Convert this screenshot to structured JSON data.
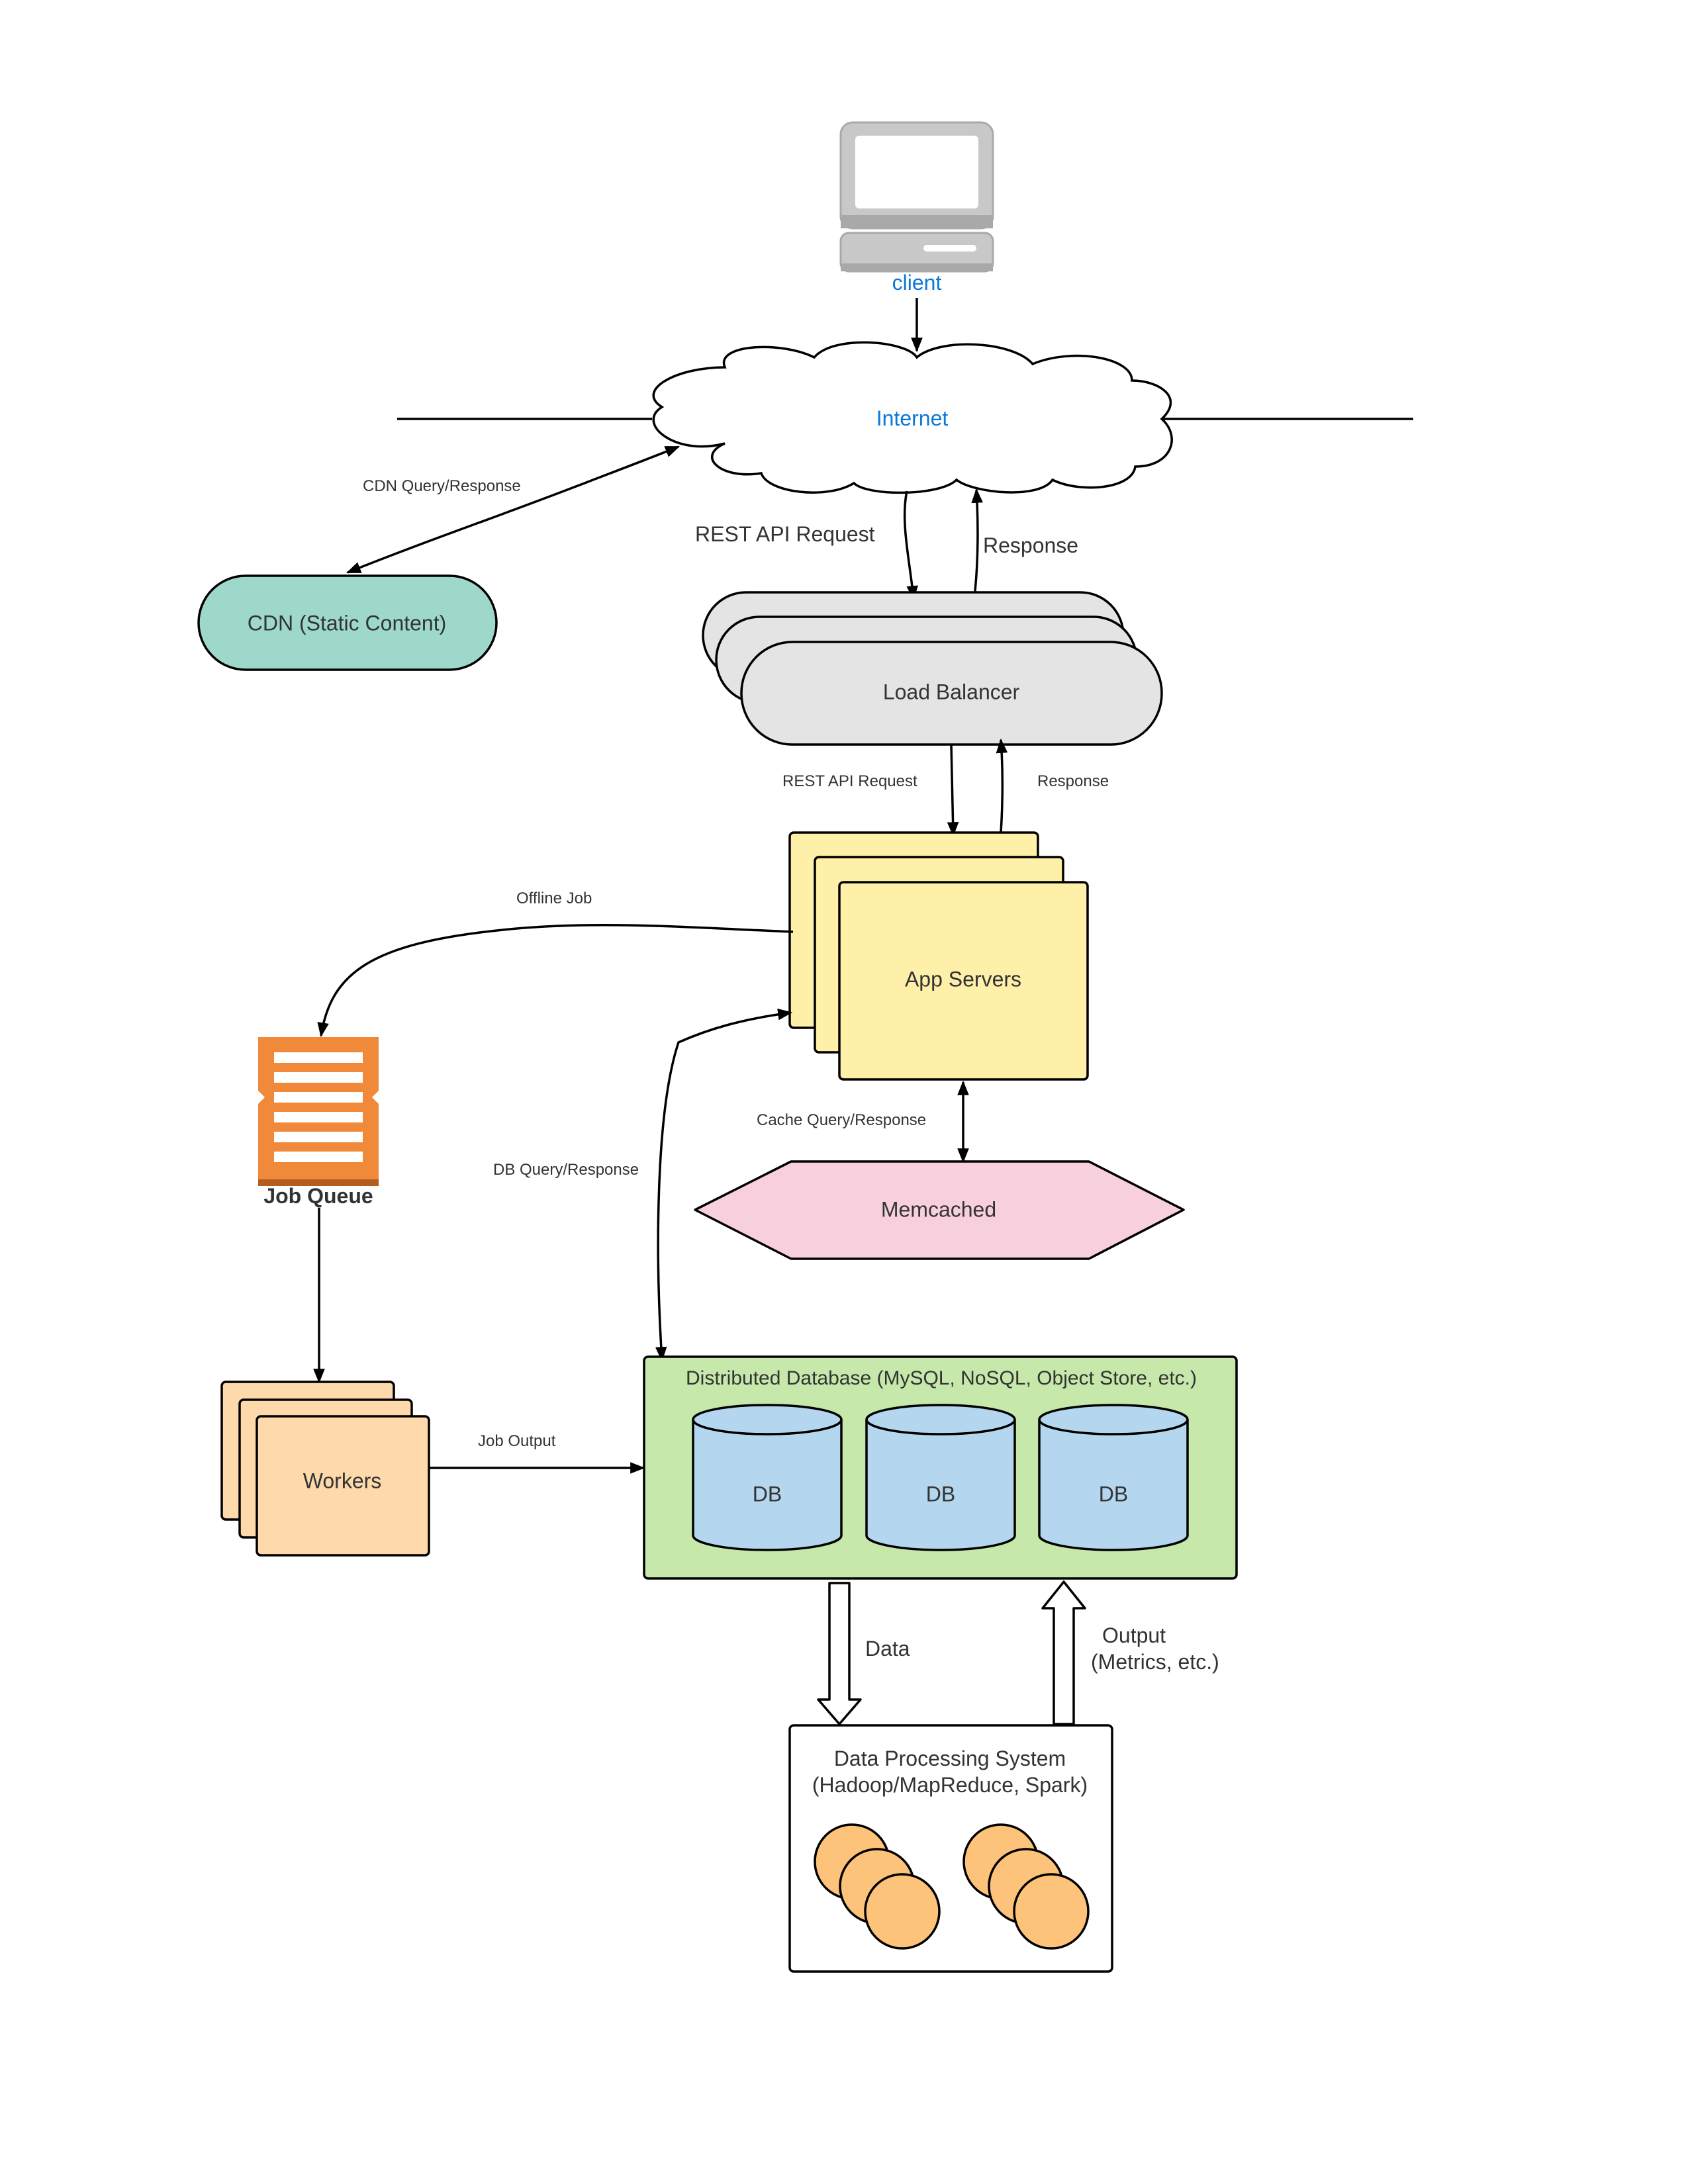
{
  "nodes": {
    "client": "client",
    "internet": "Internet",
    "cdn": "CDN (Static Content)",
    "load_balancer": "Load Balancer",
    "app_servers": "App Servers",
    "memcached": "Memcached",
    "job_queue": "Job Queue",
    "workers": "Workers",
    "database": "Distributed Database (MySQL, NoSQL, Object Store, etc.)",
    "db_items": [
      "DB",
      "DB",
      "DB"
    ],
    "dps_line1": "Data Processing System",
    "dps_line2": "(Hadoop/MapReduce, Spark)"
  },
  "edges": {
    "cdn_query": "CDN Query/Response",
    "rest_api_1": "REST API Request",
    "response_1": "Response",
    "rest_api_2": "REST API Request",
    "response_2": "Response",
    "offline_job": "Offline Job",
    "db_query": "DB Query/Response",
    "cache_query": "Cache Query/Response",
    "job_output": "Job Output",
    "data": "Data",
    "output_line1": "Output",
    "output_line2": "(Metrics, etc.)"
  },
  "colors": {
    "cdn": "#9dd8cb",
    "load_balancer": "#e4e4e4",
    "app_servers": "#fef0a8",
    "memcached": "#f7cfdd",
    "job_queue": "#f08a3a",
    "workers": "#fdd9ab",
    "database": "#c6e8aa",
    "db_cylinder": "#b4d6ef",
    "dps_nodes": "#fec37a",
    "client_text": "#0a78d8"
  }
}
